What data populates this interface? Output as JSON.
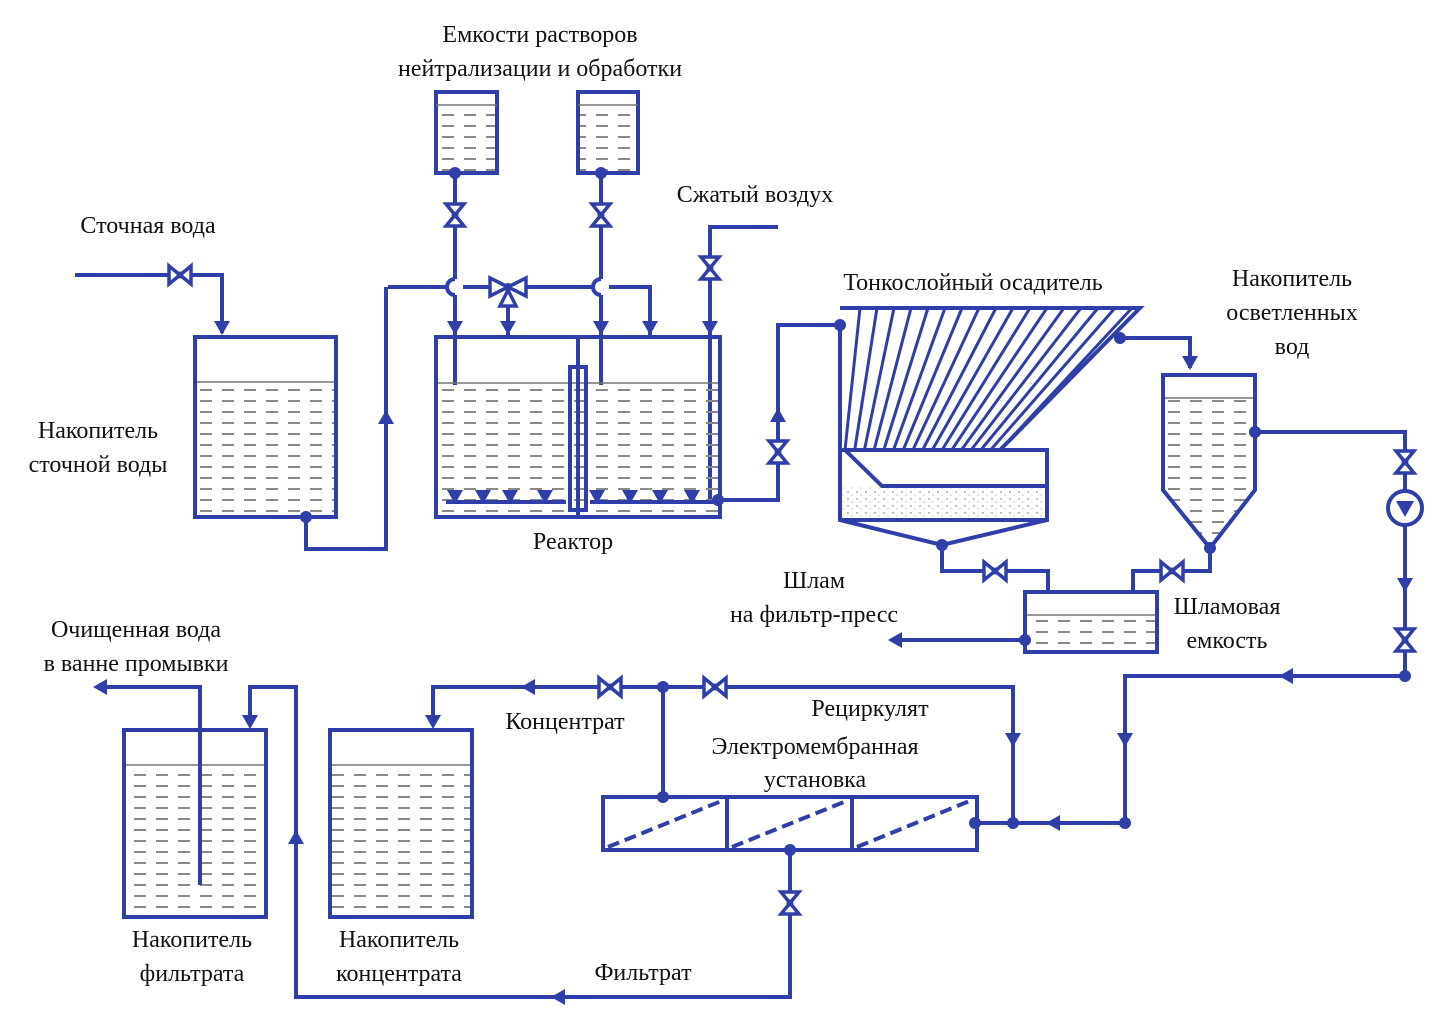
{
  "colors": {
    "line": "#2f3ea8",
    "water_dash": "#888888"
  },
  "labels": {
    "tanks_top_1": "Емкости растворов",
    "tanks_top_2": "нейтрализации и обработки",
    "compressed_air": "Сжатый воздух",
    "wastewater": "Сточная вода",
    "settler": "Тонкослойный осадитель",
    "clarified_1": "Накопитель",
    "clarified_2": "осветленных",
    "clarified_3": "вод",
    "storage_1": "Накопитель",
    "storage_2": "сточной воды",
    "reactor": "Реактор",
    "sludge_1": "Шлам",
    "sludge_2": "на фильтр-пресс",
    "sludge_tank_1": "Шламовая",
    "sludge_tank_2": "емкость",
    "clean_1": "Очищенная вода",
    "clean_2": "в ванне промывки",
    "concentrate": "Концентрат",
    "recirculate": "Рециркулят",
    "em_1": "Электромембранная",
    "em_2": "установка",
    "filtrate_tank_1": "Накопитель",
    "filtrate_tank_2": "фильтрата",
    "conc_tank_1": "Накопитель",
    "conc_tank_2": "концентрата",
    "filtrate": "Фильтрат"
  }
}
